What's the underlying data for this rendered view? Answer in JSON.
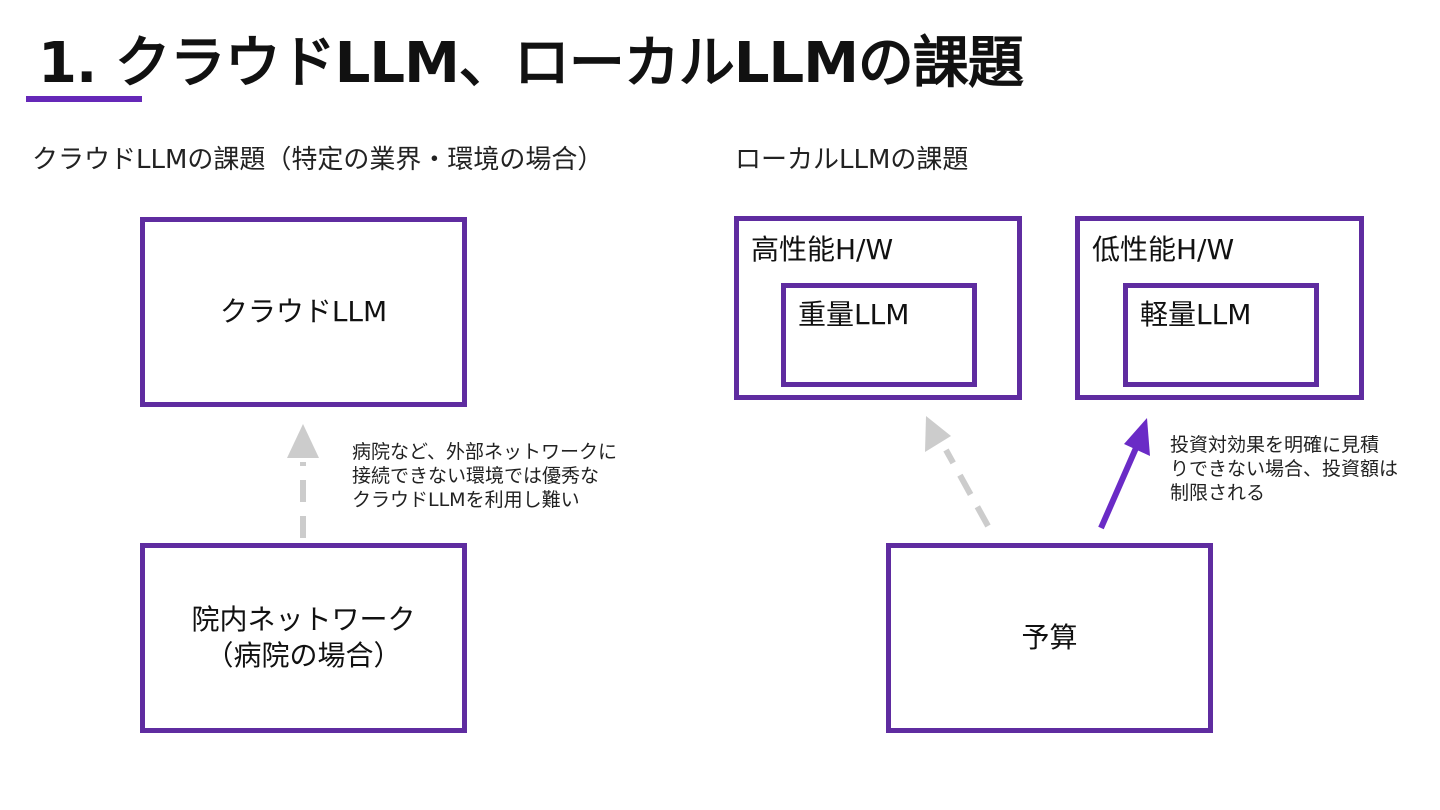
{
  "title": "1. クラウドLLM、ローカルLLMの課題",
  "colors": {
    "accent": "#5f2ca0",
    "underline": "#6528b8",
    "arrow_gray": "#cccccc",
    "arrow_purple": "#6a2bc6"
  },
  "left": {
    "heading": "クラウドLLMの課題（特定の業界・環境の場合）",
    "top_box": "クラウドLLM",
    "bottom_box": {
      "line1": "院内ネットワーク",
      "line2": "（病院の場合）"
    },
    "note": [
      "病院など、外部ネットワークに",
      "接続できない環境では優秀な",
      "クラウドLLMを利用し難い"
    ]
  },
  "right": {
    "heading": "ローカルLLMの課題",
    "high_hw": {
      "label": "高性能H/W",
      "inner": "重量LLM"
    },
    "low_hw": {
      "label": "低性能H/W",
      "inner": "軽量LLM"
    },
    "budget_box": "予算",
    "note": [
      "投資対効果を明確に見積",
      "りできない場合、投資額は",
      "制限される"
    ]
  }
}
